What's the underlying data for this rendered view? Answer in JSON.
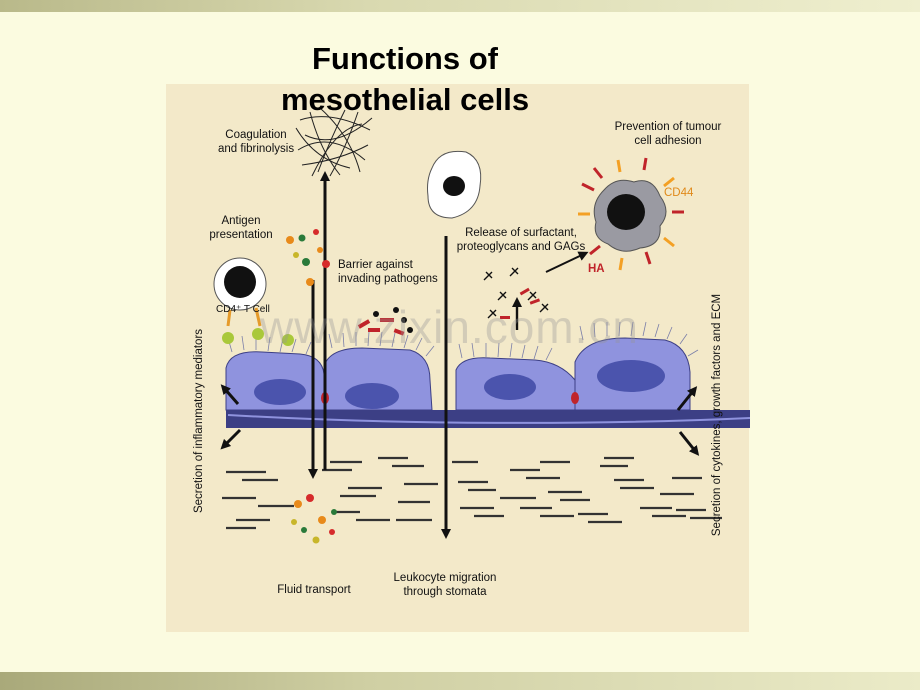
{
  "title_line1": "Functions of",
  "title_line2": "mesothelial cells",
  "watermark": "www.zixin.com.cn",
  "labels": {
    "coagulation": [
      "Coagulation",
      "and fibrinolysis"
    ],
    "antigen": [
      "Antigen",
      "presentation"
    ],
    "cd4_t_cell": "CD4⁺ T Cell",
    "barrier": [
      "Barrier against",
      "invading pathogens"
    ],
    "release": [
      "Release of surfactant,",
      "proteoglycans and GAGs"
    ],
    "tumour": [
      "Prevention of tumour",
      "cell adhesion"
    ],
    "cd44": "CD44",
    "ha": "HA",
    "fluid": "Fluid transport",
    "leukocyte": [
      "Leukocyte migration",
      "through stomata"
    ],
    "secretion_left": "Secretion of  inflammatory mediators",
    "secretion_right": "Secretion of  cytokines, growth factors and ECM"
  },
  "colors": {
    "cell_fill": "#8f93de",
    "nucleus": "#4b54ad",
    "membrane": "#3c3f85",
    "cd44": "#f3a024",
    "ha": "#c0242a",
    "panel": "#f3e9c9"
  }
}
